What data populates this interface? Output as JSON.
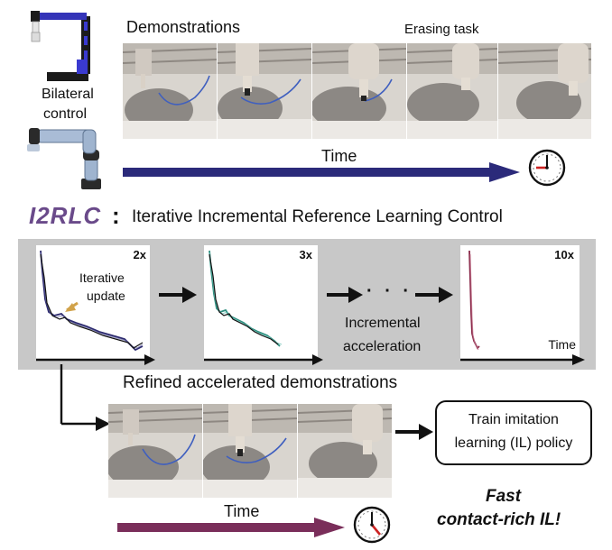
{
  "header": {
    "robot_label_line1": "Bilateral",
    "robot_label_line2": "control",
    "demonstrations_title": "Demonstrations",
    "task_label": "Erasing task",
    "time_label_top": "Time"
  },
  "method": {
    "acronym": "I2RLC",
    "colon": ":",
    "full_name": "Iterative Incremental Reference Learning Control"
  },
  "iteration_panel": {
    "plots": [
      {
        "multiplier": "2x",
        "note_line1": "Iterative",
        "note_line2": "update"
      },
      {
        "multiplier": "3x"
      },
      {
        "multiplier": "10x",
        "axis_label": "Time"
      }
    ],
    "dots": "· · ·",
    "accel_line1": "Incremental",
    "accel_line2": "acceleration"
  },
  "refined": {
    "title": "Refined accelerated demonstrations",
    "time_label_bottom": "Time",
    "train_line1": "Train imitation",
    "train_line2": "learning (IL) policy",
    "tagline_line1": "Fast",
    "tagline_line2": "contact-rich IL!"
  },
  "colors": {
    "navy_arrow": "#2b2a7a",
    "maroon_arrow": "#7a2e5a",
    "acronym": "#6a4a8a",
    "plot1_series": "#2c2a6e",
    "plot2_series": "#2f8f80",
    "plot3_series": "#8a2a4a",
    "panel_gray": "#c8c8c8",
    "note_arrow": "#d1a24a"
  },
  "icons": [
    "robot-arm-blue-icon",
    "robot-arm-ur-icon",
    "clock-icon",
    "clock-icon"
  ]
}
